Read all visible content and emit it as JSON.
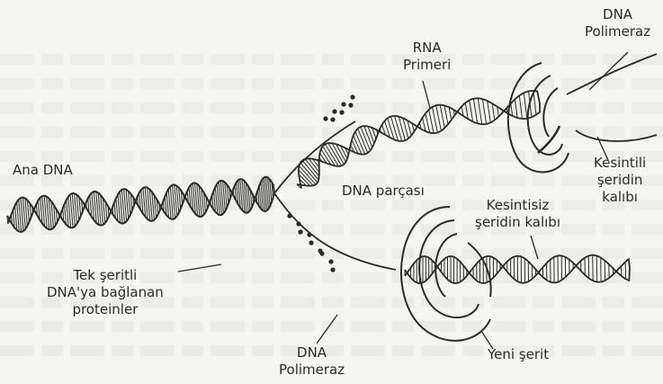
{
  "labels": {
    "ana_dna": "Ana DNA",
    "rna_primeri": [
      "RNA",
      "Primeri"
    ],
    "dna_polimeraz_top": [
      "DNA",
      "Polimeraz"
    ],
    "kesintili": [
      "Kesintili",
      "şeridin",
      "kalıbı"
    ],
    "dna_parcasi": "DNA parçası",
    "kesintisiz": [
      "Kesintisiz",
      "şeridin kalıbı"
    ],
    "tek_seritli": [
      "Tek şeritli",
      "DNA'ya bağlanan",
      "proteinler"
    ],
    "dna_polimeraz_bottom": [
      "DNA",
      "Polimeraz"
    ],
    "yeni_serit": "Yeni şerit"
  },
  "colors": {
    "ink": "#2a2a2a",
    "background": "#f4f4f1",
    "ghost_text": "#e2e2de"
  }
}
